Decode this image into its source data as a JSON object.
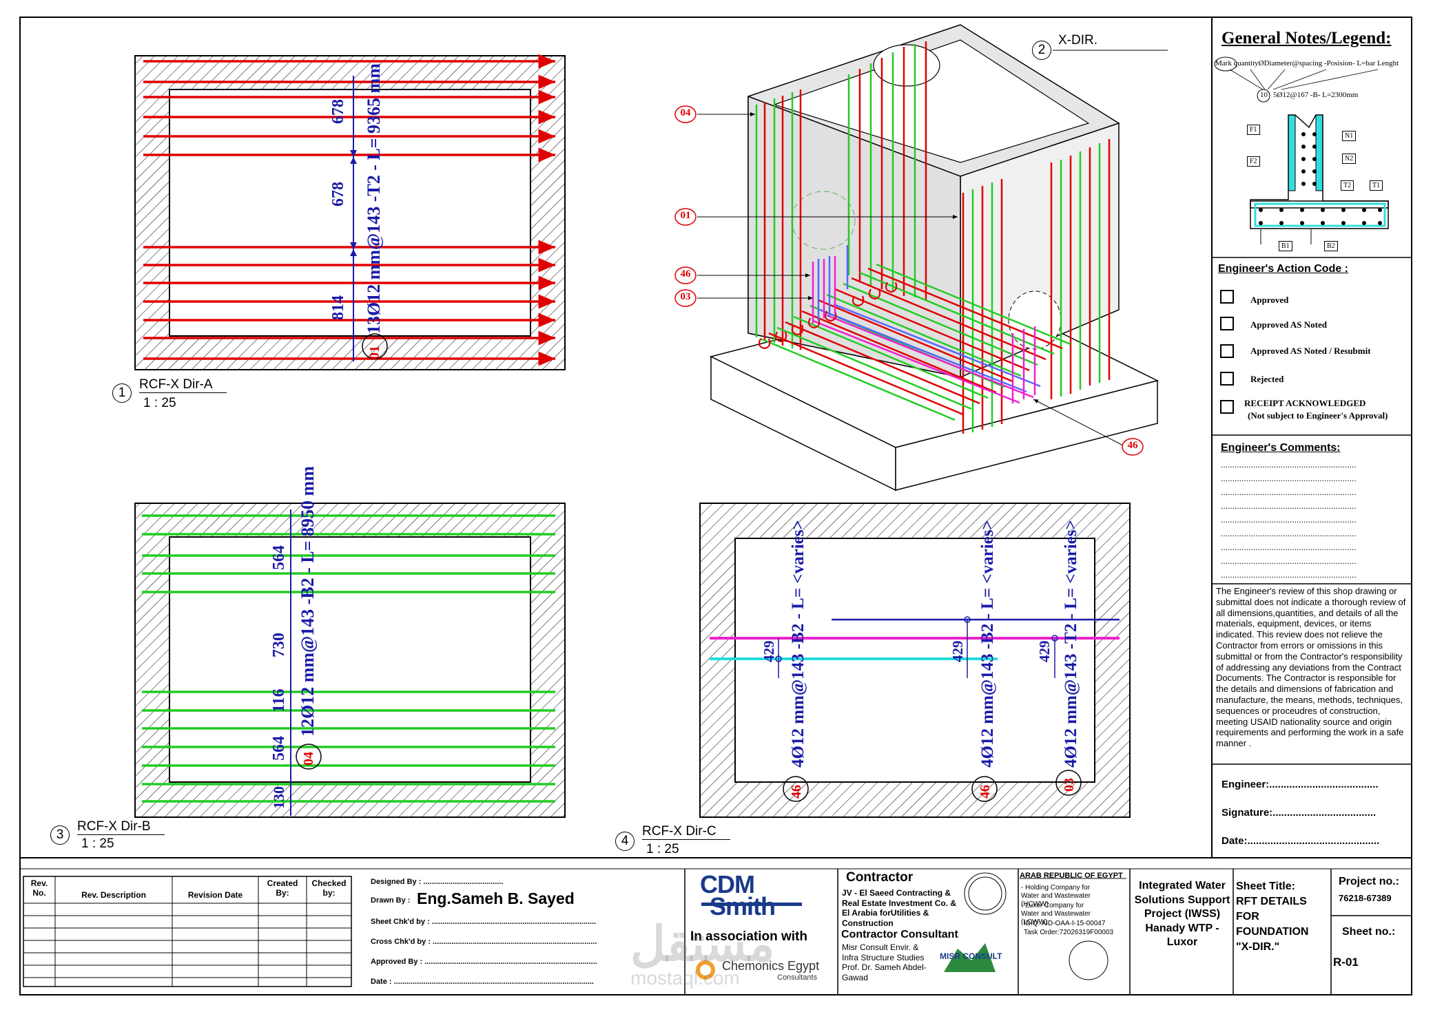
{
  "views": {
    "v1": {
      "num": "1",
      "title": "RCF-X Dir-A",
      "scale": "1 : 25",
      "bar_label": "13Ø12 mm@143 -T2 - L= 9365 mm",
      "mark": "01",
      "dims": [
        "678",
        "678",
        "814"
      ]
    },
    "v2": {
      "num": "2",
      "title": "X-DIR.",
      "marks": [
        "04",
        "01",
        "46",
        "03",
        "46"
      ]
    },
    "v3": {
      "num": "3",
      "title": "RCF-X Dir-B",
      "scale": "1 : 25",
      "bar_label": "12Ø12 mm@143 -B2 - L= 8950 mm",
      "mark": "04",
      "dims": [
        "564",
        "730",
        "116",
        "564",
        "130"
      ]
    },
    "v4": {
      "num": "4",
      "title": "RCF-X Dir-C",
      "scale": "1 : 25",
      "bars": [
        {
          "label": "4Ø12 mm@143 -B2 - L= <varies>",
          "mark": "46",
          "dim": "429"
        },
        {
          "label": "4Ø12 mm@143 -B2 - L= <varies>",
          "mark": "46",
          "dim": "429"
        },
        {
          "label": "4Ø12 mm@143 -T2 - L= <varies>",
          "mark": "03",
          "dim": "429"
        }
      ]
    }
  },
  "legend": {
    "title": "General Notes/Legend:",
    "mark_note": "Mark quantityØDiameter@spacing -Posision- L=bar Lenght",
    "example_mark": "10",
    "example_text": "5Ø12@167 -B- L=2300mm",
    "positions": [
      "F1",
      "F2",
      "N1",
      "N2",
      "T2",
      "T1",
      "B1",
      "B2"
    ]
  },
  "action_code": {
    "title": "Engineer's Action Code :",
    "items": [
      "Approved",
      "Approved AS Noted",
      "Approved AS Noted / Resubmit",
      "Rejected",
      "RECEIPT ACKNOWLEDGED"
    ],
    "note": "(Not subject  to Engineer's Approval)"
  },
  "comments": {
    "title": "Engineer's Comments:",
    "line": "..........................................................."
  },
  "review_text": "The Engineer's review of this shop drawing or submittal does not indicate a thorough review of all dimensions,quantities, and details of all the materials, equipment, devices, or items indicated. This review does not relieve the Contractor from errors or omissions in this submittal or from the Contractor's responsibility of addressing any deviations from the Contract Documents. The Contractor is responsible for the details and dimensions of fabrication and manufacture, the means, methods, techniques, sequences or proceudres of construction, meeting USAID nationality source and origin requirements and performing the work in a safe manner .",
  "signatures": {
    "engineer": "Engineer:......................................",
    "signature": "Signature:....................................",
    "date": "Date:.............................................."
  },
  "revision_table": {
    "headers": [
      "Rev. No.",
      "Rev. Description",
      "Revision Date",
      "Created By:",
      "Checked by:"
    ]
  },
  "design": {
    "designed_by": "Designed By : ......................................",
    "drawn_by_label": "Drawn By :",
    "drawn_by_name": "Eng.Sameh B. Sayed",
    "sheet_chk": "Sheet Chk'd by : ..............................................................................",
    "cross_chk": "Cross Chk'd by : ..............................................................................",
    "approved_by": "Approved By : ..................................................................................",
    "date": "Date : ..............................................................................................."
  },
  "consultant": {
    "logo_line1": "CDM",
    "logo_line2": "Smith",
    "assoc": "In association with",
    "partner": "Chemonics Egypt",
    "partner_sub": "Consultants"
  },
  "contractor": {
    "title": "Contractor",
    "jv": "JV - El Saeed Contracting & Real Estate Investment Co. & El Arabia forUtilities & Construction",
    "cc_title": "Contractor Consultant",
    "cc": "Misr Consult Envir. & Infra Structure Studies Prof. Dr. Sameh Abdel-Gawad",
    "cc_logo": "MISR CONSULT"
  },
  "client": {
    "title": "ARAB REPUBLIC OF EGYPT",
    "l1": "- Holding Company for Water and Wastewater (HCWW)",
    "l2": "- Luxor Company  for Water and Wastewater (LCWW)",
    "l3": "IDIQ: AID-OAA-I-15-00047",
    "l4": "Task Order:72026319F00003"
  },
  "project": {
    "name": "Integrated Water Solutions Support Project (IWSS) Hanady  WTP - Luxor",
    "sheet_title_label": "Sheet Title:",
    "sheet_title": "RFT DETAILS FOR FOUNDATION \"X-DIR.\"",
    "project_no_label": "Project no.:",
    "project_no": "76218-67389",
    "sheet_no_label": "Sheet no.:",
    "sheet_no": "R-01"
  },
  "watermark": {
    "t1": "مستقل",
    "t2": "mostaql.com"
  },
  "colors": {
    "top_bar": "#e00000",
    "bottom_bar": "#22cc22",
    "text_blue": "#1a1aa8",
    "magenta": "#ee22cc",
    "cyan": "#22dddd"
  }
}
